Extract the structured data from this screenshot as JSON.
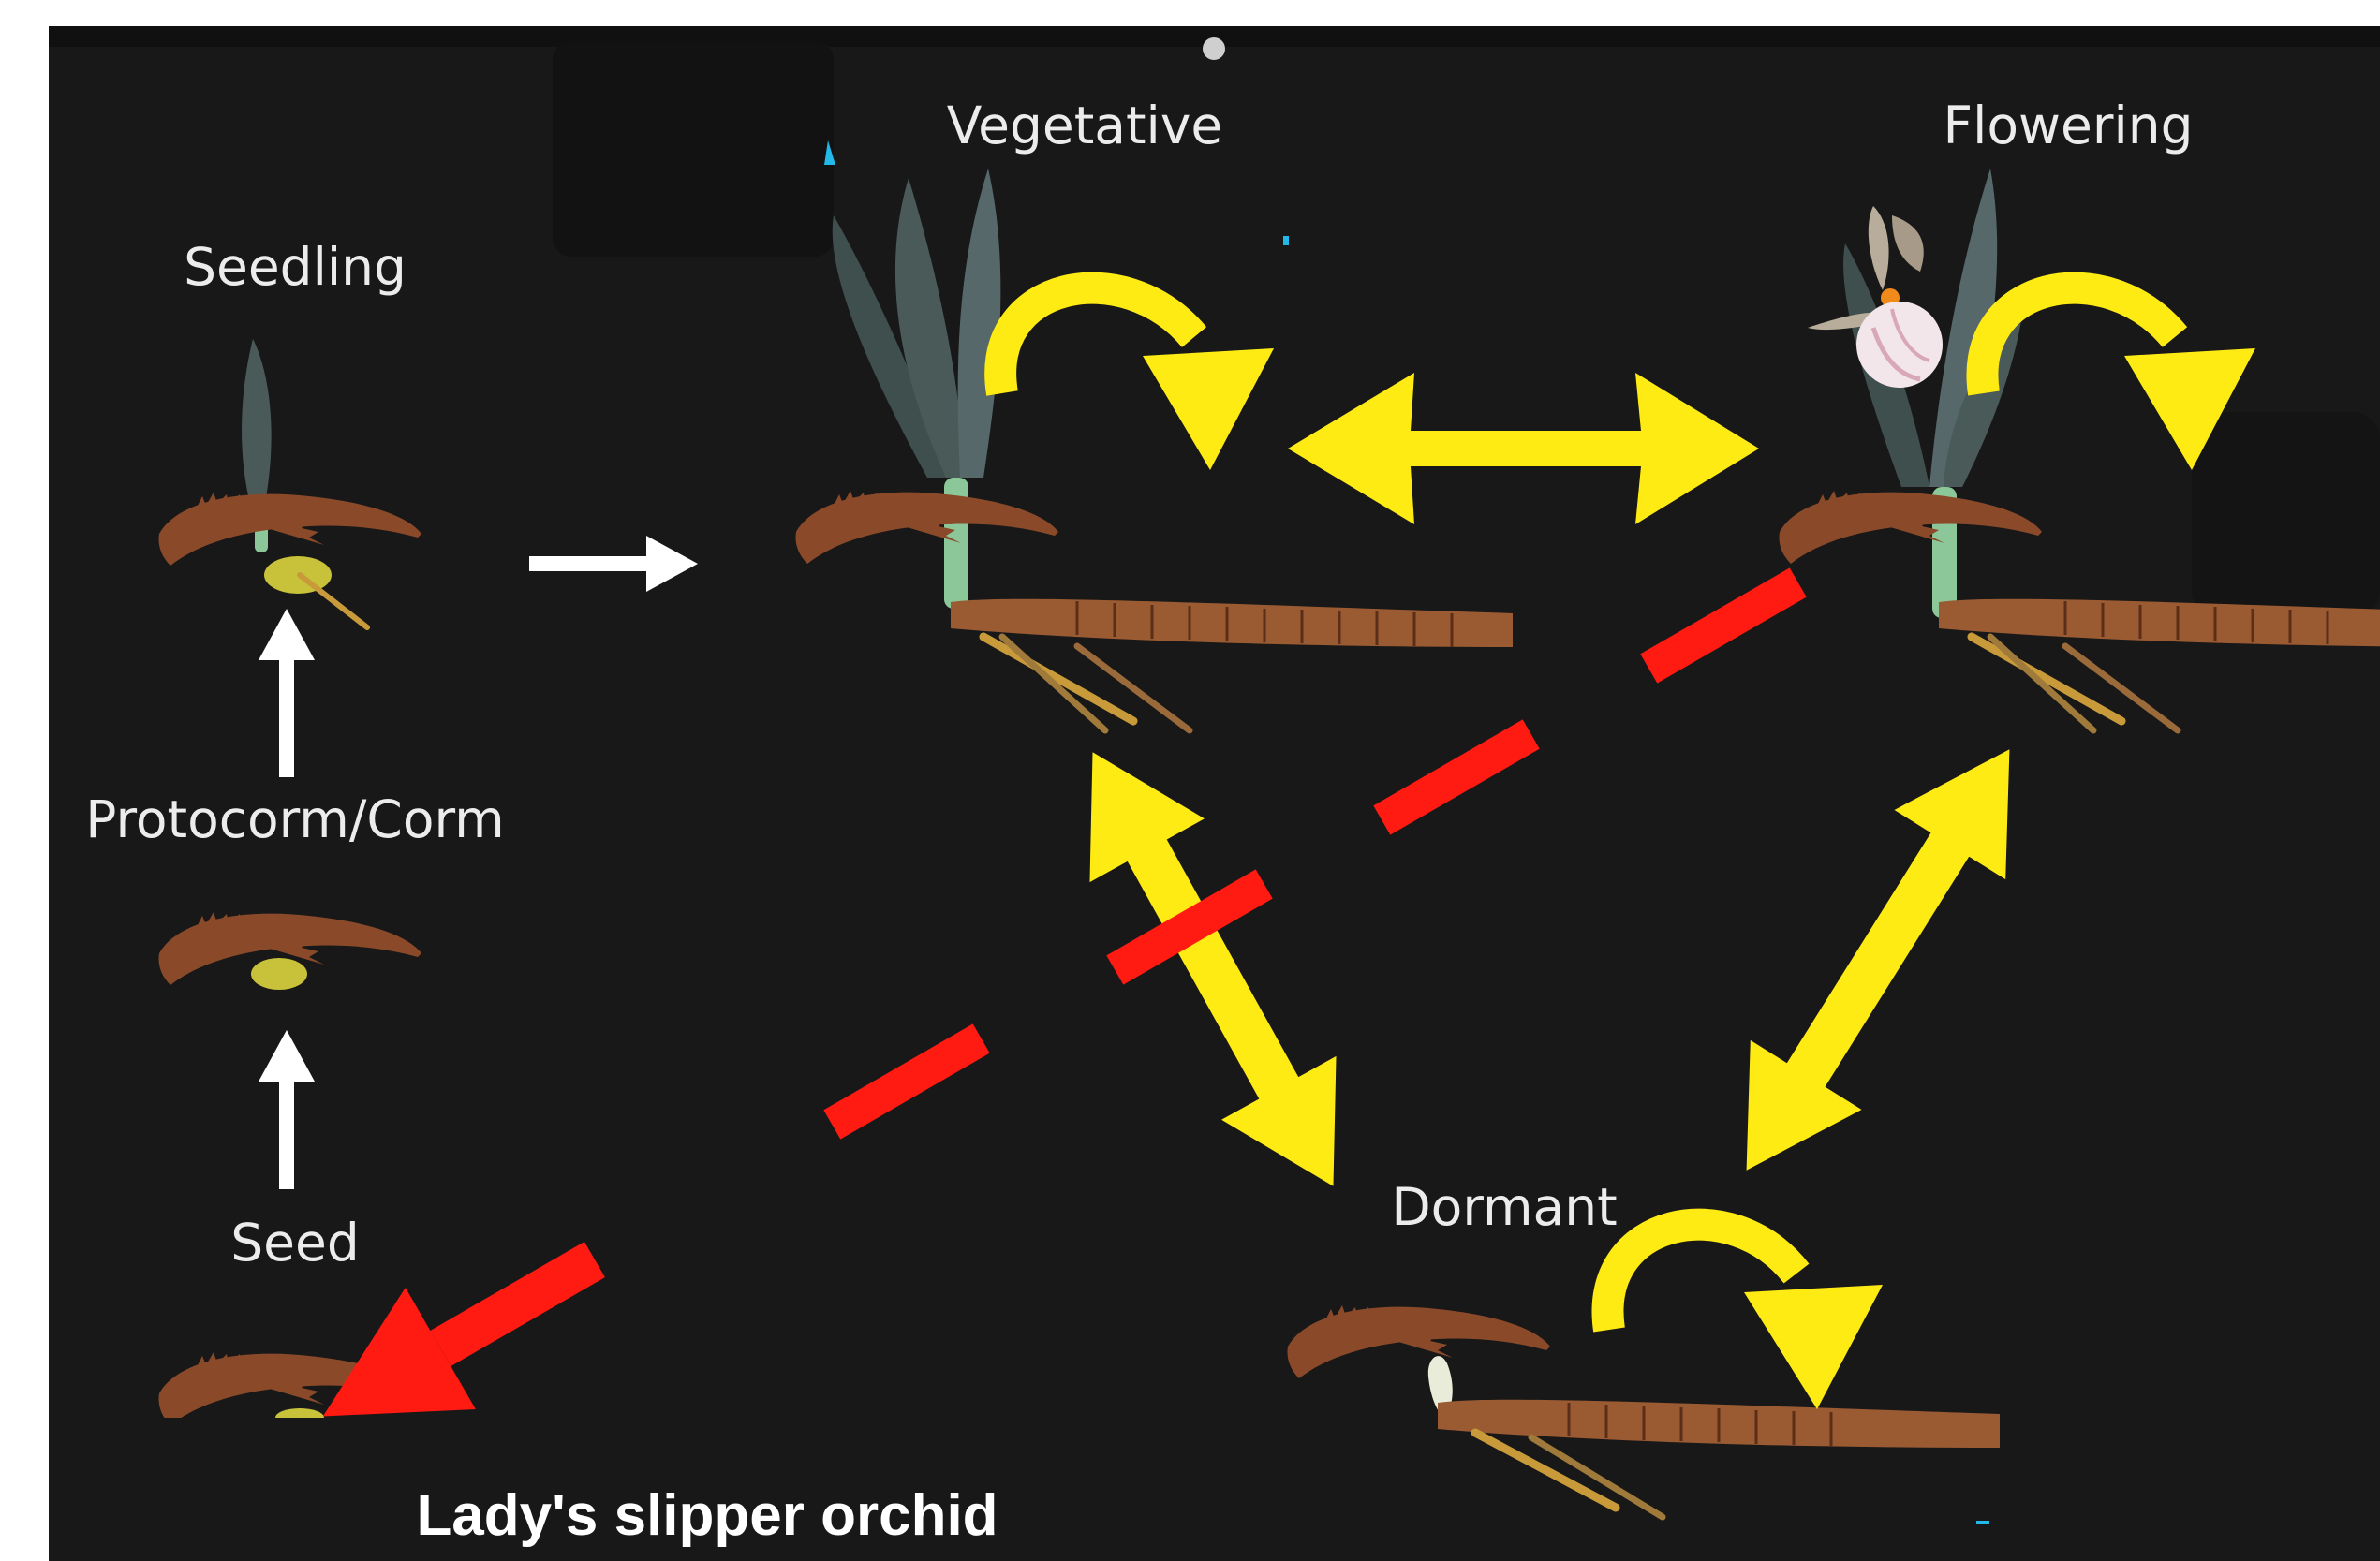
{
  "stages": {
    "seedling": "Seedling",
    "protocorm": "Protocorm/Corm",
    "seed": "Seed",
    "vegetative": "Vegetative",
    "flowering": "Flowering",
    "dormant": "Dormant"
  },
  "caption": "Lady's slipper orchid",
  "colors": {
    "background": "#181818",
    "frame": "#ffffff",
    "yellow_arrows": "#ffeb14",
    "red_dashed_arrow": "#ff1a12",
    "white_arrows": "#ffffff",
    "soil": "#8a4a2a",
    "leaf": "#4a5a58",
    "stem": "#8cc79a",
    "rhizome": "#9a5a32",
    "root": "#c89a3a",
    "corm": "#c8c23a",
    "flower_pouch": "#f2e6ea",
    "flower_petal": "#b8ad9a",
    "shoot_bud": "#e8ecd8",
    "dot": "#cfcfcf",
    "glitch": "#22b8e8"
  },
  "icons": {
    "seedling": "seedling-plant-icon",
    "protocorm": "corm-icon",
    "seed": "seed-icon",
    "vegetative": "vegetative-plant-icon",
    "flowering": "flowering-orchid-icon",
    "dormant": "dormant-rhizome-icon"
  }
}
